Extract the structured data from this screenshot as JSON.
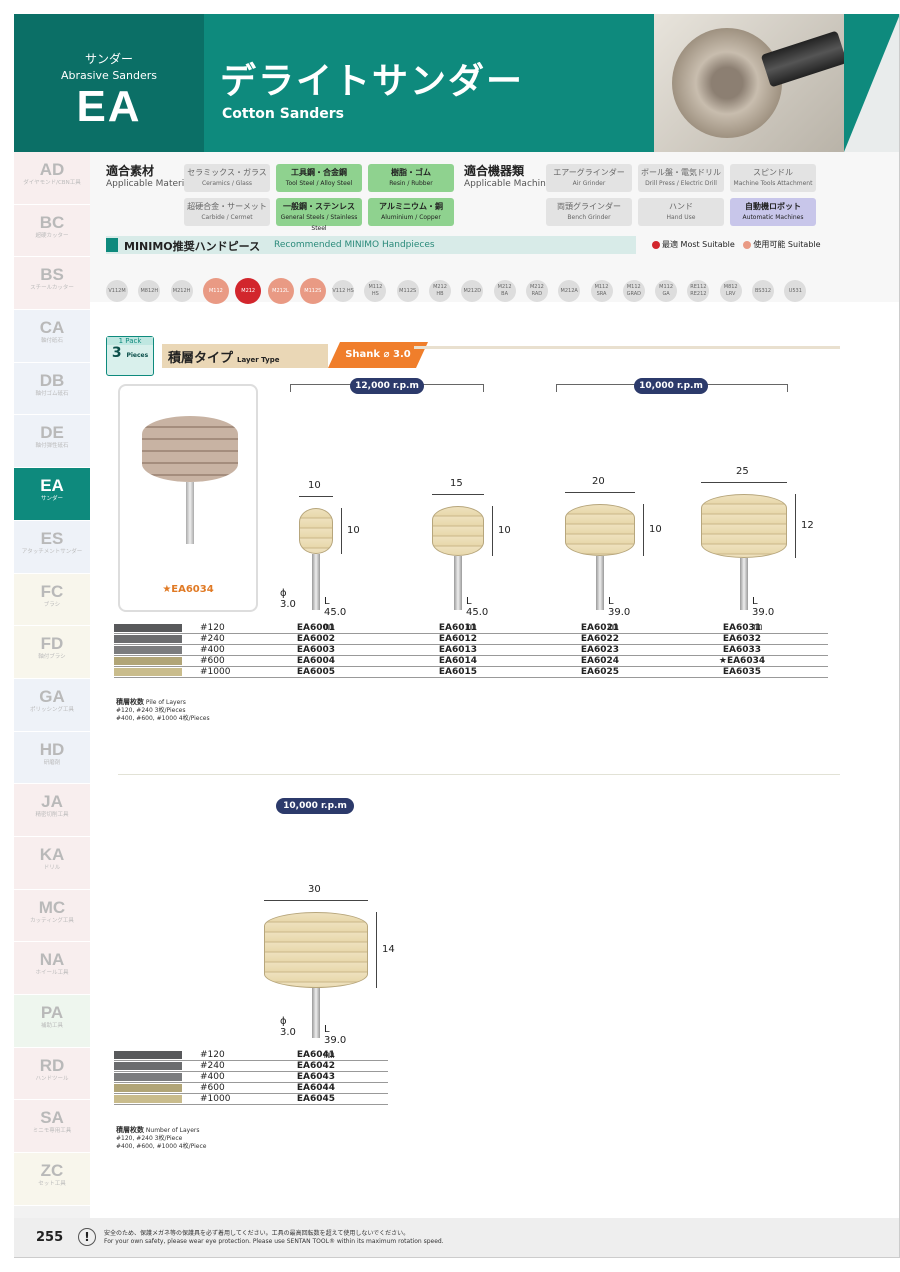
{
  "header": {
    "category_jp": "サンダー",
    "category_en": "Abrasive Sanders",
    "category_code": "EA",
    "title": "デライトサンダー",
    "subtitle": "Cotton Sanders"
  },
  "sidebar": [
    {
      "code": "AD",
      "sub": "ダイヤモンド/CBN工具",
      "tone": "pink"
    },
    {
      "code": "BC",
      "sub": "超硬カッター",
      "tone": "pink"
    },
    {
      "code": "BS",
      "sub": "スチールカッター",
      "tone": "pink"
    },
    {
      "code": "CA",
      "sub": "軸付砥石",
      "tone": "blue"
    },
    {
      "code": "DB",
      "sub": "軸付ゴム砥石",
      "tone": "blue"
    },
    {
      "code": "DE",
      "sub": "軸付弾性砥石",
      "tone": "blue"
    },
    {
      "code": "EA",
      "sub": "サンダー",
      "tone": "active"
    },
    {
      "code": "ES",
      "sub": "アタッチメントサンダー",
      "tone": "blue"
    },
    {
      "code": "FC",
      "sub": "ブラシ",
      "tone": "cream"
    },
    {
      "code": "FD",
      "sub": "軸付ブラシ",
      "tone": "cream"
    },
    {
      "code": "GA",
      "sub": "ポリッシング工具",
      "tone": "blue"
    },
    {
      "code": "HD",
      "sub": "研磨剤",
      "tone": "blue"
    },
    {
      "code": "JA",
      "sub": "精密切削工具",
      "tone": "pink"
    },
    {
      "code": "KA",
      "sub": "ドリル",
      "tone": "pink"
    },
    {
      "code": "MC",
      "sub": "カッティング工具",
      "tone": "pink"
    },
    {
      "code": "NA",
      "sub": "ホイール工具",
      "tone": "pink"
    },
    {
      "code": "PA",
      "sub": "補助工具",
      "tone": "green"
    },
    {
      "code": "RD",
      "sub": "ハンドツール",
      "tone": "pink"
    },
    {
      "code": "SA",
      "sub": "ミニモ専用工具",
      "tone": "pink"
    },
    {
      "code": "ZC",
      "sub": "セット工具",
      "tone": "cream"
    }
  ],
  "materials": {
    "label_jp": "適合素材",
    "label_en": "Applicable Materials",
    "items": [
      {
        "jp": "セラミックス・ガラス",
        "en": "Ceramics / Glass",
        "on": false
      },
      {
        "jp": "工具鋼・合金鋼",
        "en": "Tool Steel / Alloy Steel",
        "on": true
      },
      {
        "jp": "樹脂・ゴム",
        "en": "Resin / Rubber",
        "on": true
      },
      {
        "jp": "超硬合金・サーメット",
        "en": "Carbide / Cermet",
        "on": false
      },
      {
        "jp": "一般鋼・ステンレス",
        "en": "General Steels / Stainless Steel",
        "on": true
      },
      {
        "jp": "アルミニウム・銅",
        "en": "Aluminium / Copper",
        "on": true
      }
    ]
  },
  "machines": {
    "label_jp": "適合機器類",
    "label_en": "Applicable Machines",
    "items": [
      {
        "jp": "エアーグラインダー",
        "en": "Air Grinder",
        "on": false
      },
      {
        "jp": "ボール盤・電気ドリル",
        "en": "Drill Press / Electric Drill",
        "on": false
      },
      {
        "jp": "スピンドル",
        "en": "Machine Tools Attachment",
        "on": false
      },
      {
        "jp": "両頭グラインダー",
        "en": "Bench Grinder",
        "on": false
      },
      {
        "jp": "ハンド",
        "en": "Hand Use",
        "on": false
      },
      {
        "jp": "自動機ロボット",
        "en": "Automatic Machines",
        "on": true
      }
    ]
  },
  "minimo": {
    "title": "MINIMO推奨ハンドピース",
    "title_en": "Recommended MINIMO Handpieces",
    "legend_most": "最適 Most Suitable",
    "legend_ok": "使用可能 Suitable",
    "pieces": [
      {
        "n": "V112M",
        "s": 0
      },
      {
        "n": "M812H",
        "s": 0
      },
      {
        "n": "M212H",
        "s": 0
      },
      {
        "n": "M112",
        "s": 1
      },
      {
        "n": "M212",
        "s": 2
      },
      {
        "n": "M212L",
        "s": 1
      },
      {
        "n": "M112S",
        "s": 1
      },
      {
        "n": "V112 HS",
        "s": 0
      },
      {
        "n": "M112 HS",
        "s": 0
      },
      {
        "n": "M112S",
        "s": 0
      },
      {
        "n": "M212 HB",
        "s": 0
      },
      {
        "n": "M212D",
        "s": 0
      },
      {
        "n": "M212 BA",
        "s": 0
      },
      {
        "n": "M212 RAD",
        "s": 0
      },
      {
        "n": "M212A",
        "s": 0
      },
      {
        "n": "M112 SRA",
        "s": 0
      },
      {
        "n": "M112 GRAD",
        "s": 0
      },
      {
        "n": "M112 GA",
        "s": 0
      },
      {
        "n": "RE112 RE212",
        "s": 0
      },
      {
        "n": "M812 LRV",
        "s": 0
      },
      {
        "n": "BS312",
        "s": 0
      },
      {
        "n": "U531",
        "s": 0
      }
    ]
  },
  "section": {
    "pack_top": "1 Pack",
    "pack_num": "3",
    "pack_unit": "Pieces",
    "type_jp": "積層タイプ",
    "type_en": "Layer Type",
    "shank": "Shank ⌀ 3.0",
    "photo_label": "★EA6034"
  },
  "rpm_a": "12,000 r.p.m",
  "rpm_b": "10,000 r.p.m",
  "rpm_c": "10,000 r.p.m",
  "wheels": [
    {
      "w": "10",
      "h": "10",
      "d": "ϕ 3.0",
      "l": "L 45.0㎜"
    },
    {
      "w": "15",
      "h": "10",
      "d": "",
      "l": "L 45.0㎜"
    },
    {
      "w": "20",
      "h": "10",
      "d": "",
      "l": "L 39.0㎜"
    },
    {
      "w": "25",
      "h": "12",
      "d": "",
      "l": "L 39.0㎜"
    },
    {
      "w": "30",
      "h": "14",
      "d": "ϕ 3.0",
      "l": "L 39.0㎜"
    }
  ],
  "grits": [
    {
      "g": "#120",
      "color": "#58595b"
    },
    {
      "g": "#240",
      "color": "#6b6c6e"
    },
    {
      "g": "#400",
      "color": "#7b7c7e"
    },
    {
      "g": "#600",
      "color": "#b1a577"
    },
    {
      "g": "#1000",
      "color": "#c9bc8c"
    }
  ],
  "table1": [
    [
      "EA6001",
      "EA6011",
      "EA6021",
      "EA6031"
    ],
    [
      "EA6002",
      "EA6012",
      "EA6022",
      "EA6032"
    ],
    [
      "EA6003",
      "EA6013",
      "EA6023",
      "EA6033"
    ],
    [
      "EA6004",
      "EA6014",
      "EA6024",
      "★EA6034"
    ],
    [
      "EA6005",
      "EA6015",
      "EA6025",
      "EA6035"
    ]
  ],
  "table2": [
    "EA6041",
    "EA6042",
    "EA6043",
    "EA6044",
    "EA6045"
  ],
  "note1": {
    "title": "積層枚数",
    "title_en": "Pile of Layers",
    "l1": "#120, #240 3枚/Pieces",
    "l2": "#400, #600, #1000 4枚/Pieces"
  },
  "note2": {
    "title": "積層枚数",
    "title_en": "Number of Layers",
    "l1": "#120, #240 3枚/Piece",
    "l2": "#400, #600, #1000 4枚/Piece"
  },
  "footer": {
    "page": "255",
    "jp": "安全のため、保護メガネ等の保護具を必ず着用してください。工具の最高回転数を超えて使用しないでください。",
    "en": "For your own safety, please wear eye protection. Please use SENTAN TOOL® within its maximum rotation speed."
  },
  "colors": {
    "brand": "#0e8a7d",
    "accent": "#f07e2b",
    "rpm": "#2c3a6b"
  }
}
